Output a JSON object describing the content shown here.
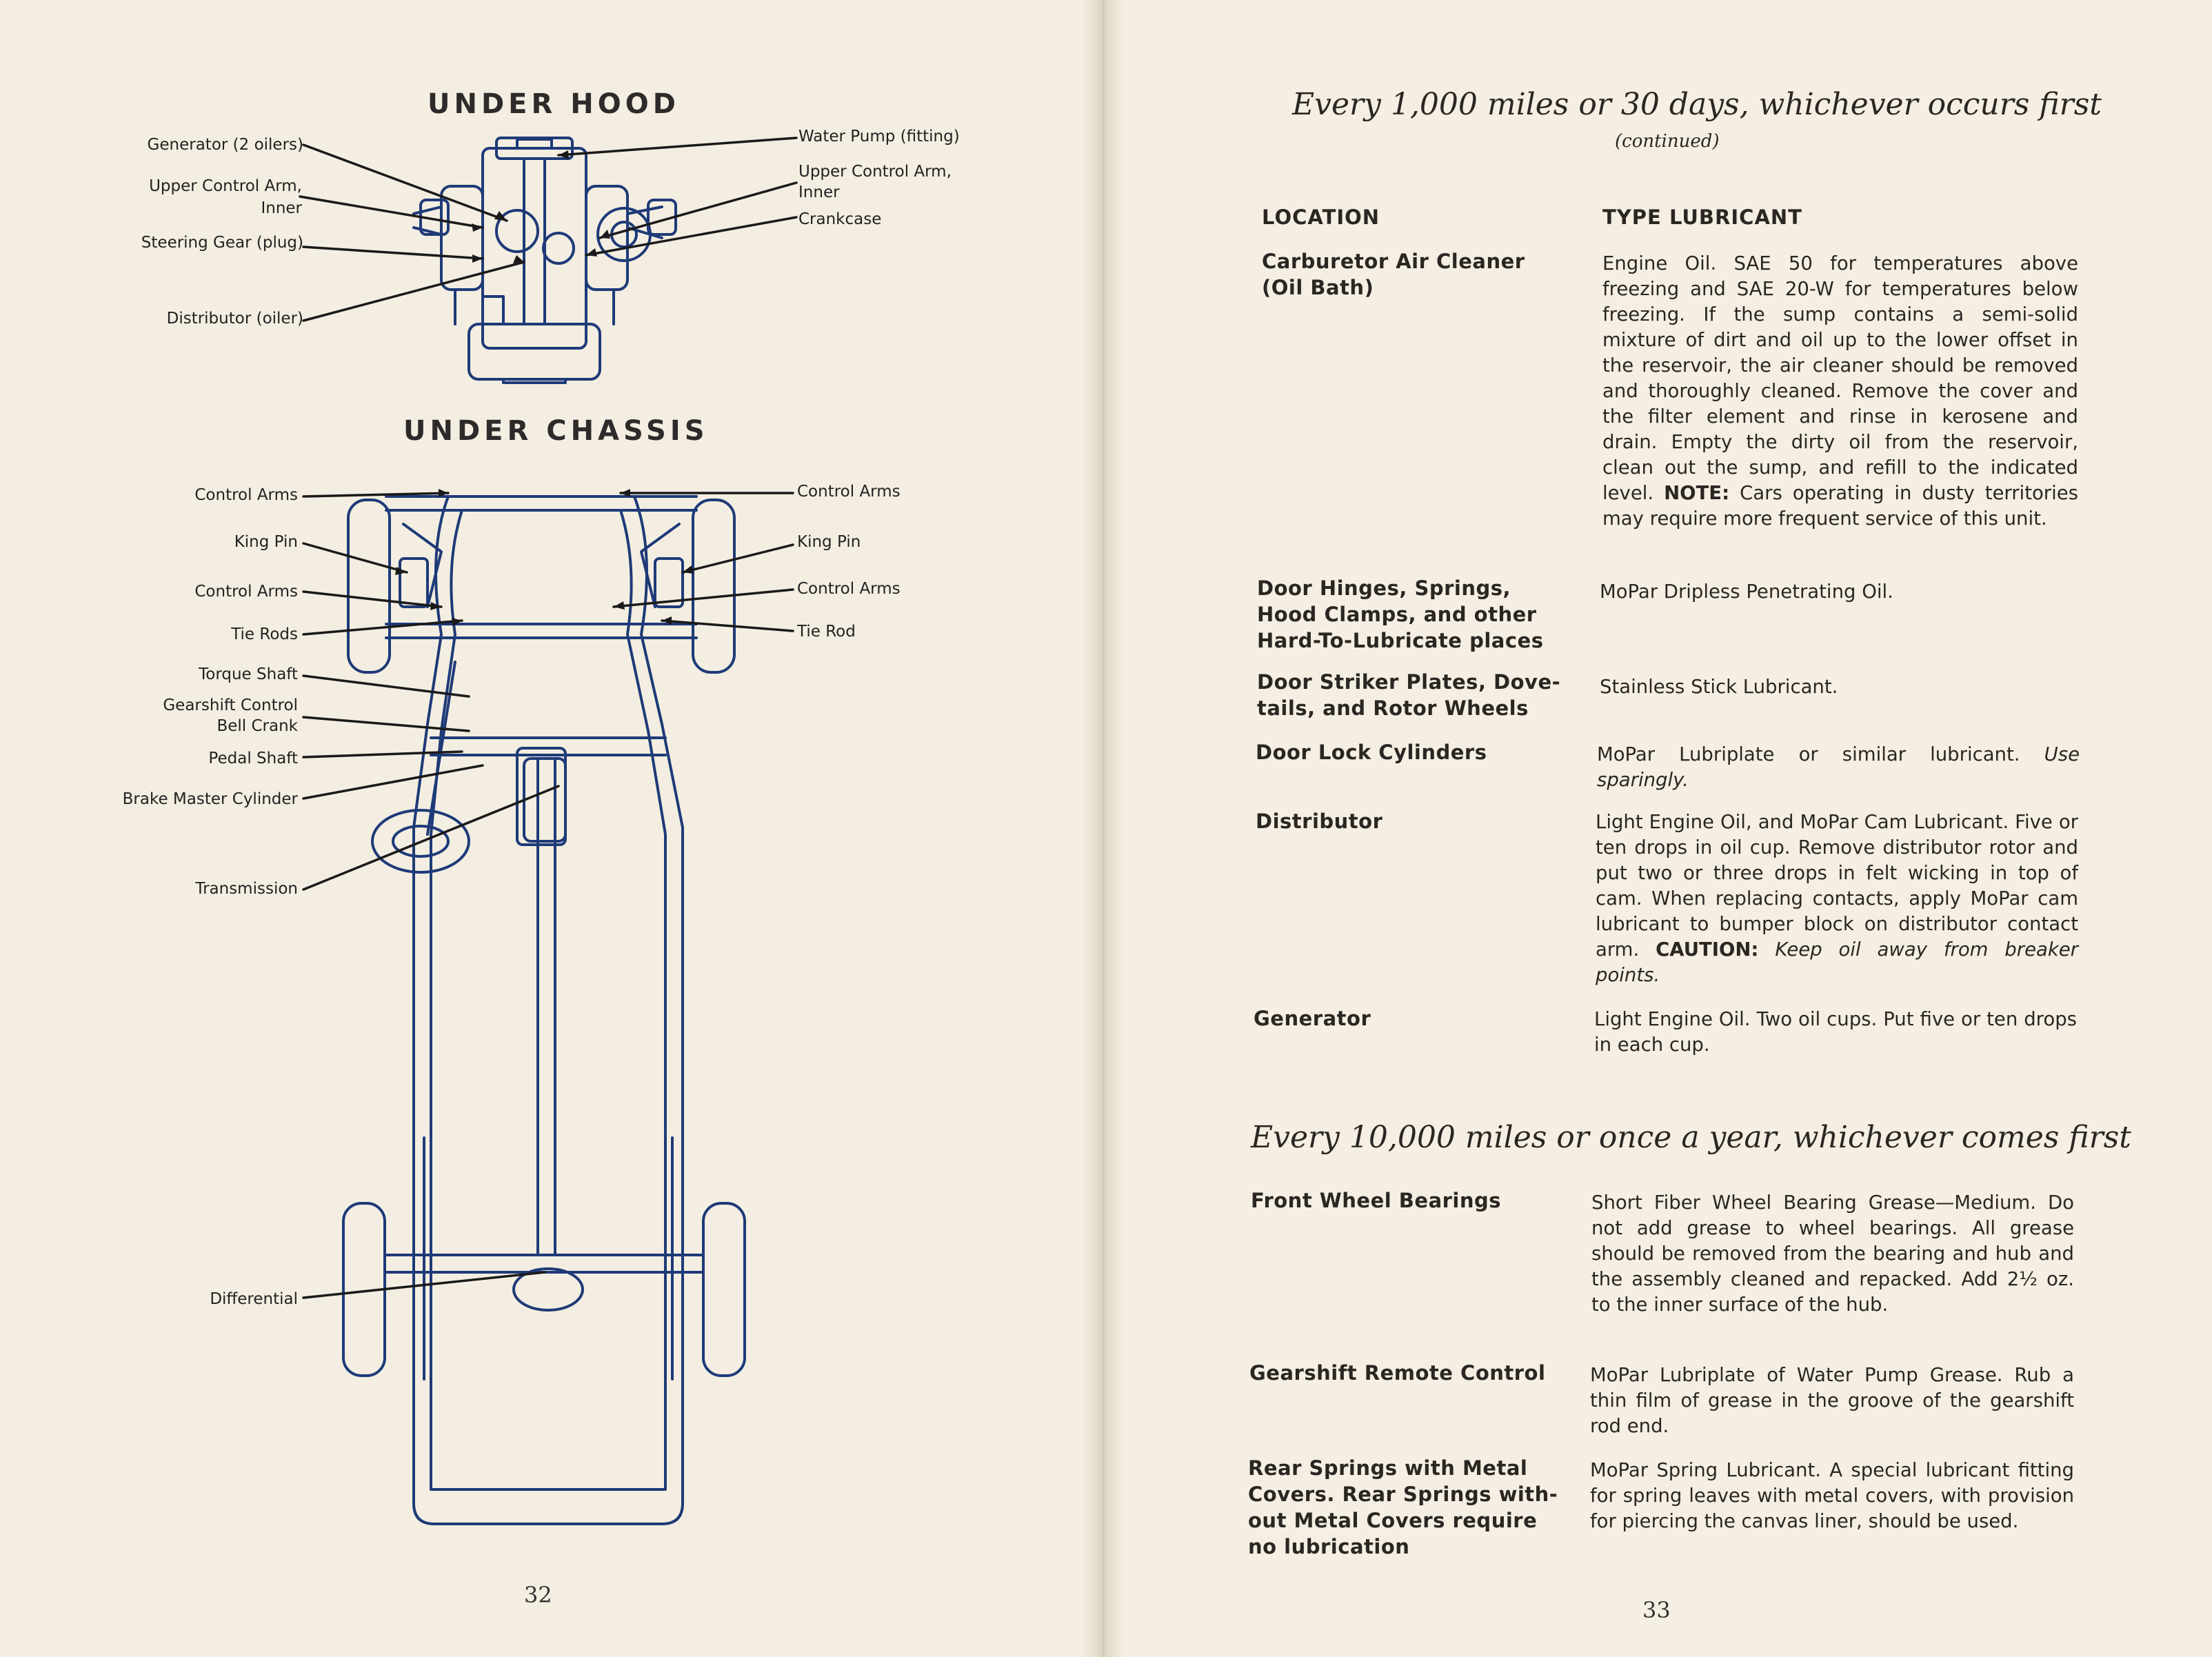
{
  "left": {
    "under_hood": {
      "title": "UNDER HOOD",
      "labels": {
        "generator": "Generator (2 oilers)",
        "upper_control_arm_left": "Upper Control Arm,\nInner",
        "steering_gear": "Steering Gear (plug)",
        "distributor": "Distributor (oiler)",
        "water_pump": "Water Pump (fitting)",
        "upper_control_arm_right": "Upper Control Arm,\nInner",
        "crankcase": "Crankcase"
      }
    },
    "under_chassis": {
      "title": "UNDER CHASSIS",
      "labels": {
        "control_arms_l1": "Control Arms",
        "king_pin_l": "King Pin",
        "control_arms_l2": "Control Arms",
        "tie_rods": "Tie Rods",
        "torque_shaft": "Torque Shaft",
        "gearshift_control": "Gearshift Control\nBell Crank",
        "pedal_shaft": "Pedal Shaft",
        "brake_master": "Brake Master Cylinder",
        "transmission": "Transmission",
        "differential": "Differential",
        "control_arms_r1": "Control Arms",
        "king_pin_r": "King Pin",
        "control_arms_r2": "Control Arms",
        "tie_rod": "Tie Rod"
      }
    },
    "page_number": "32"
  },
  "right": {
    "heading1": "Every 1,000 miles or 30 days, whichever occurs first",
    "subheading1": "(continued)",
    "col_location": "LOCATION",
    "col_lubricant": "TYPE LUBRICANT",
    "entries1": [
      {
        "location": "Carburetor Air Cleaner\n   (Oil Bath)",
        "lubricant": "Engine Oil. SAE 50 for temperatures above freezing and SAE 20-W for temperatures below freezing. If the sump contains a semi-solid mixture of dirt and oil up to the lower offset in the reservoir, the air cleaner should be removed and thoroughly cleaned. Remove the cover and the filter element and rinse in kerosene and drain. Empty the dirty oil from the reservoir, clean out the sump, and refill to the indicated level.",
        "note_label": "NOTE:",
        "note_text": "Cars operating in dusty territories may require more frequent service of this unit."
      },
      {
        "location": "Door Hinges, Springs,\nHood Clamps, and other\nHard-To-Lubricate places",
        "lubricant": "MoPar Dripless Penetrating Oil."
      },
      {
        "location": "Door Striker Plates, Dove-\ntails, and Rotor Wheels",
        "lubricant": "Stainless Stick Lubricant."
      },
      {
        "location": "Door Lock Cylinders",
        "lubricant": "MoPar Lubriplate or similar lubricant.",
        "emphasis": "Use sparingly."
      },
      {
        "location": "Distributor",
        "lubricant": "Light Engine Oil, and MoPar Cam Lubricant. Five or ten drops in oil cup. Remove distributor rotor and put two or three drops in felt wicking in top of cam. When replacing contacts, apply MoPar cam lubricant to bumper block on distributor contact arm.",
        "caution_label": "CAUTION:",
        "caution_text": "Keep oil away from breaker points."
      },
      {
        "location": "Generator",
        "lubricant": "Light Engine Oil. Two oil cups. Put five or ten drops in each cup."
      }
    ],
    "heading2": "Every 10,000 miles or once a year, whichever comes first",
    "entries2": [
      {
        "location": "Front Wheel Bearings",
        "lubricant": "Short Fiber Wheel Bearing Grease—Medium. Do not add grease to wheel bearings. All grease should be removed from the bearing and hub and the assembly cleaned and repacked. Add 2½ oz. to the inner surface of the hub."
      },
      {
        "location": "Gearshift Remote Control",
        "lubricant": "MoPar Lubriplate of Water Pump Grease. Rub a thin film of grease in the groove of the gearshift rod end."
      },
      {
        "location": "Rear Springs with Metal\nCovers. Rear Springs with-\nout Metal Covers require\nno lubrication",
        "lubricant": "MoPar Spring Lubricant. A special lubricant fitting for spring leaves with metal covers, with provision for piercing the canvas liner, should be used."
      }
    ],
    "page_number": "33"
  }
}
